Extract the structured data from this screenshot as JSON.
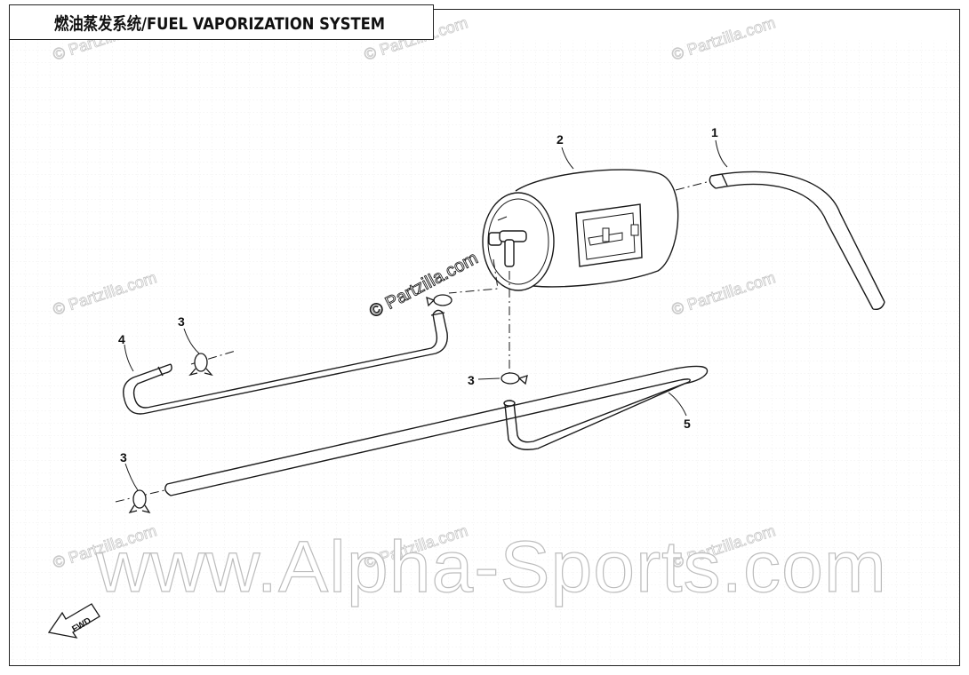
{
  "title": "燃油蒸发系统/FUEL VAPORIZATION SYSTEM",
  "callouts": {
    "c1": "1",
    "c2": "2",
    "c3a": "3",
    "c3b": "3",
    "c3c": "3",
    "c4": "4",
    "c5": "5"
  },
  "watermarks": {
    "partzilla": "© Partzilla.com",
    "center": "© Partzilla.com",
    "alpha": "www.Alpha-Sports.com"
  },
  "fwd_label": "FWD",
  "colors": {
    "line": "#1a1a1a",
    "watermark": "#c8c8c8"
  }
}
